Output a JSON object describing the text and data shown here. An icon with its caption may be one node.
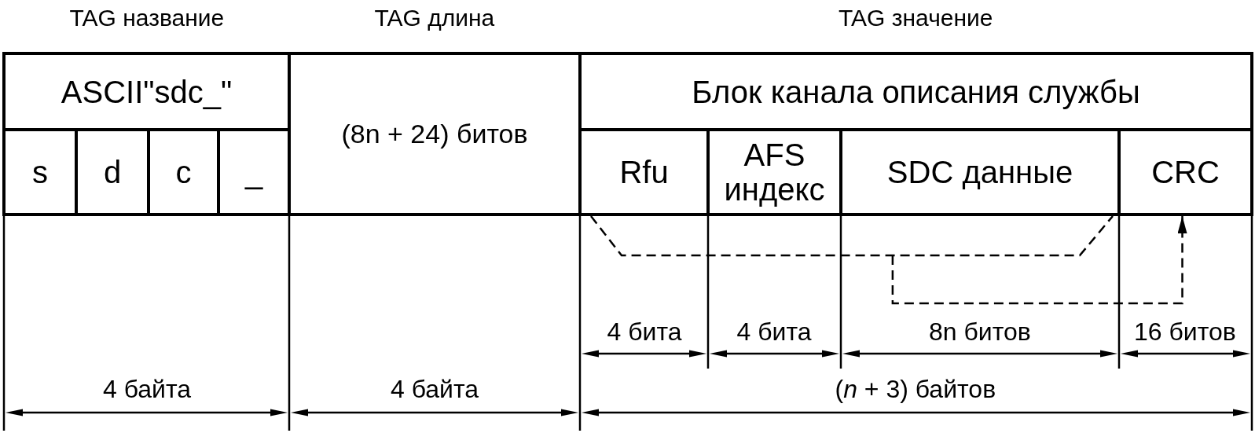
{
  "diagram": {
    "nodes": [
      {
        "text": [
          "ASCII\"sdc_\""
        ]
      },
      {
        "text": [
          "(8n + 24) битов"
        ]
      },
      {
        "text": [
          "Блок канала описания службы"
        ]
      },
      {
        "text": [
          "s"
        ]
      },
      {
        "text": [
          "d"
        ]
      },
      {
        "text": [
          "c"
        ]
      },
      {
        "text": [
          "_"
        ]
      },
      {
        "text": [
          "Rfu"
        ]
      },
      {
        "text": [
          "AFS индекс"
        ]
      },
      {
        "text": [
          "SDC данные"
        ]
      },
      {
        "text": [
          "CRC"
        ]
      }
    ],
    "edges": [
      {
        "from": 7,
        "to": 10,
        "arrow": "to",
        "style": "dashed"
      },
      {
        "from": 9,
        "to": 10,
        "arrow": "to",
        "style": "dashed"
      }
    ],
    "labels": [
      "TAG название",
      "TAG длина",
      "TAG значение",
      "4 бита",
      "4 бита",
      "8n битов",
      "16 битов",
      "4 байта",
      "4 байта",
      "(*n* + 3) байтов"
    ]
  }
}
